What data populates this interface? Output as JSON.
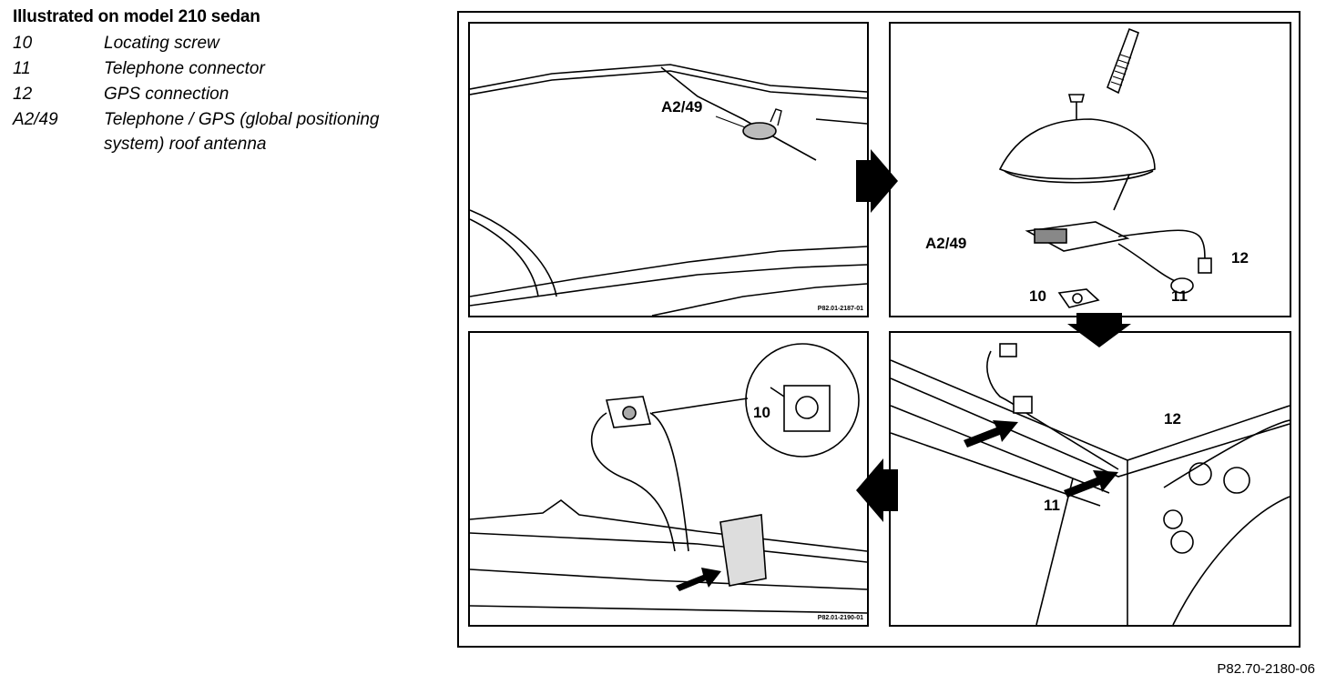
{
  "legend": {
    "title": "Illustrated on model 210 sedan",
    "items": [
      {
        "code": "10",
        "desc": "Locating screw"
      },
      {
        "code": "11",
        "desc": "Telephone connector"
      },
      {
        "code": "12",
        "desc": "GPS connection"
      },
      {
        "code": "A2/49",
        "desc": "Telephone / GPS (global positioning system) roof antenna"
      }
    ]
  },
  "panels": {
    "top_left": {
      "callout_a249": "A2/49",
      "ref": "P82.01-2187-01"
    },
    "top_right": {
      "callout_a249": "A2/49",
      "callout_12": "12",
      "callout_10": "10",
      "callout_11": "11"
    },
    "bottom_left": {
      "callout_10": "10",
      "ref": "P82.01-2190-01"
    },
    "bottom_right": {
      "callout_12": "12",
      "callout_11": "11"
    }
  },
  "figure_ref": "P82.70-2180-06"
}
